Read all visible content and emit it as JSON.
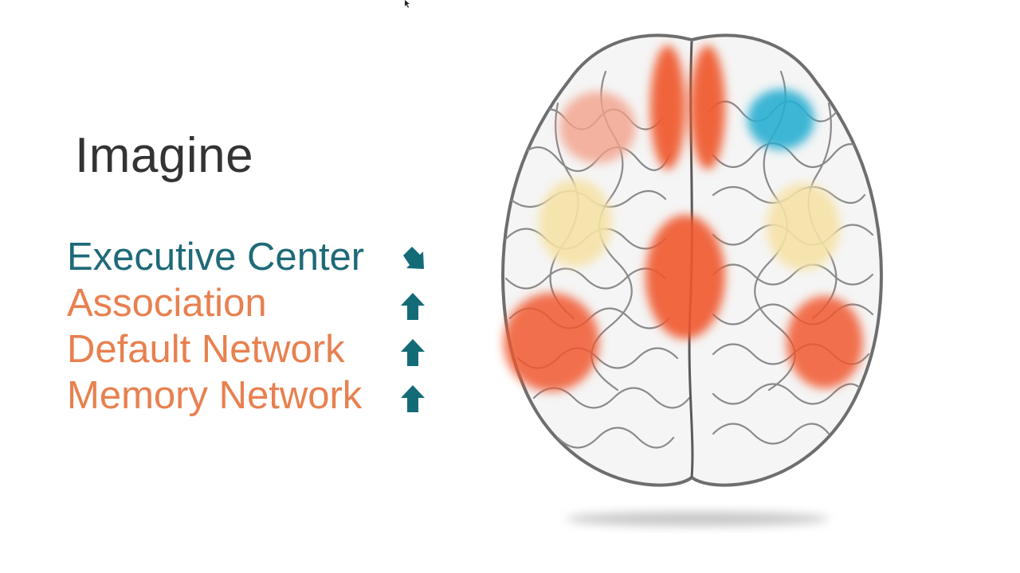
{
  "slide": {
    "title": "Imagine",
    "items": [
      {
        "label": "Executive Center",
        "direction": "down-right",
        "label_color": "#1e6a78"
      },
      {
        "label": "Association",
        "direction": "up",
        "label_color": "#e8804f"
      },
      {
        "label": "Default Network",
        "direction": "up",
        "label_color": "#e8804f"
      },
      {
        "label": "Memory Network",
        "direction": "up",
        "label_color": "#e8804f"
      }
    ],
    "arrow_color": "#146b78",
    "brain": {
      "icon": "brain-top-view",
      "highlight_colors": {
        "orange": "#f0582d",
        "salmon": "#f2a08a",
        "blue": "#2aaed0",
        "yellow": "#f6e2a6"
      }
    }
  }
}
